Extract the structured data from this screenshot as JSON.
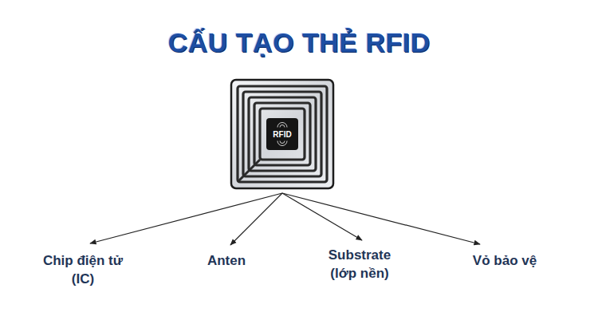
{
  "diagram": {
    "title": "CẤU TẠO THẺ RFID",
    "nodes": [
      {
        "text": [
          "RFID"
        ]
      }
    ],
    "labels": [
      "Chip điện tử (IC)",
      "Anten",
      "Substrate (lớp nền)",
      "Vỏ bảo vệ"
    ]
  }
}
